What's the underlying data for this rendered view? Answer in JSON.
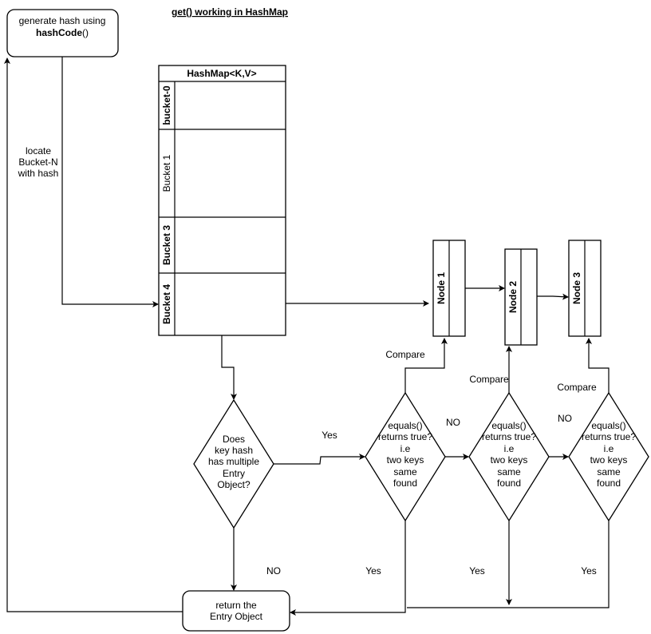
{
  "title": "get() working in HashMap",
  "generate_box": {
    "line1": "generate hash using",
    "line2_bold": "hashCode",
    "line2_rest": "()"
  },
  "locate_label": [
    "locate",
    "Bucket-N",
    "with hash"
  ],
  "hashmap": {
    "header": "HashMap<K,V>",
    "buckets": [
      "bucket-0",
      "Bucket 1",
      "Bucket 3",
      "Bucket 4"
    ]
  },
  "nodes": [
    "Node 1",
    "Node 2",
    "Node 3"
  ],
  "decision_multiple": [
    "Does",
    "key hash",
    "has multiple",
    "Entry",
    "Object?"
  ],
  "decision_equals": [
    "equals()",
    "returns true?",
    "i.e",
    "two keys",
    "same",
    "found"
  ],
  "labels": {
    "compare": "Compare",
    "yes": "Yes",
    "no": "NO"
  },
  "return_box": [
    "return the",
    "Entry Object"
  ]
}
